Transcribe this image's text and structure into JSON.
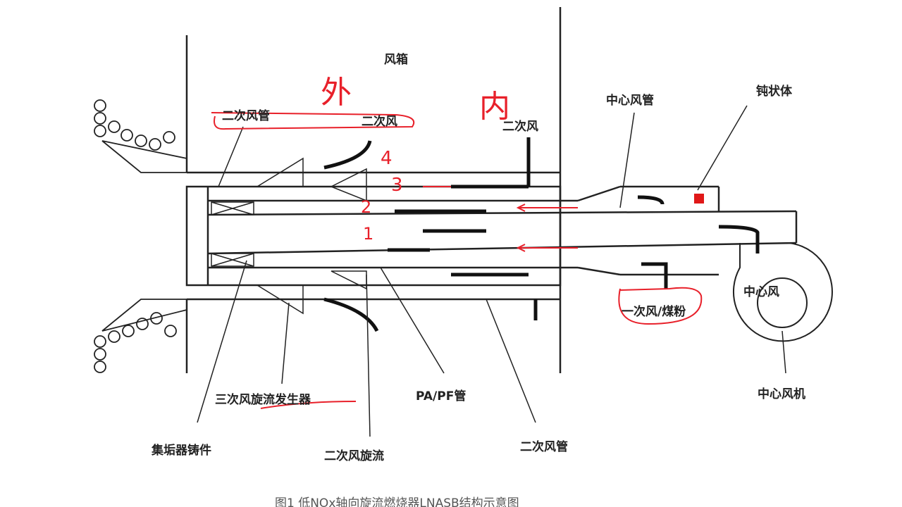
{
  "labels": {
    "wind_box": "风箱",
    "secondary_duct_top": "二次风管",
    "secondary_air_a": "二次风",
    "secondary_air_b": "二次风",
    "center_duct": "中心风管",
    "bluff_body": "钝状体",
    "primary_air_coal": "一次风/煤粉",
    "center_air": "中心风",
    "center_fan": "中心风机",
    "tertiary_swirl": "三次风旋流发生器",
    "pa_pf_pipe": "PA/PF管",
    "secondary_duct_bottom": "二次风管",
    "collector_casting": "集垢器铸件",
    "secondary_swirl": "二次风旋流"
  },
  "annotations": {
    "outer": "外",
    "inner": "内",
    "n1": "1",
    "n2": "2",
    "n3": "3",
    "n4": "4"
  },
  "caption": "图1 低NOx轴向旋流燃烧器LNASB结构示意图",
  "colors": {
    "annotation": "#e8202a",
    "ink": "#222222"
  }
}
